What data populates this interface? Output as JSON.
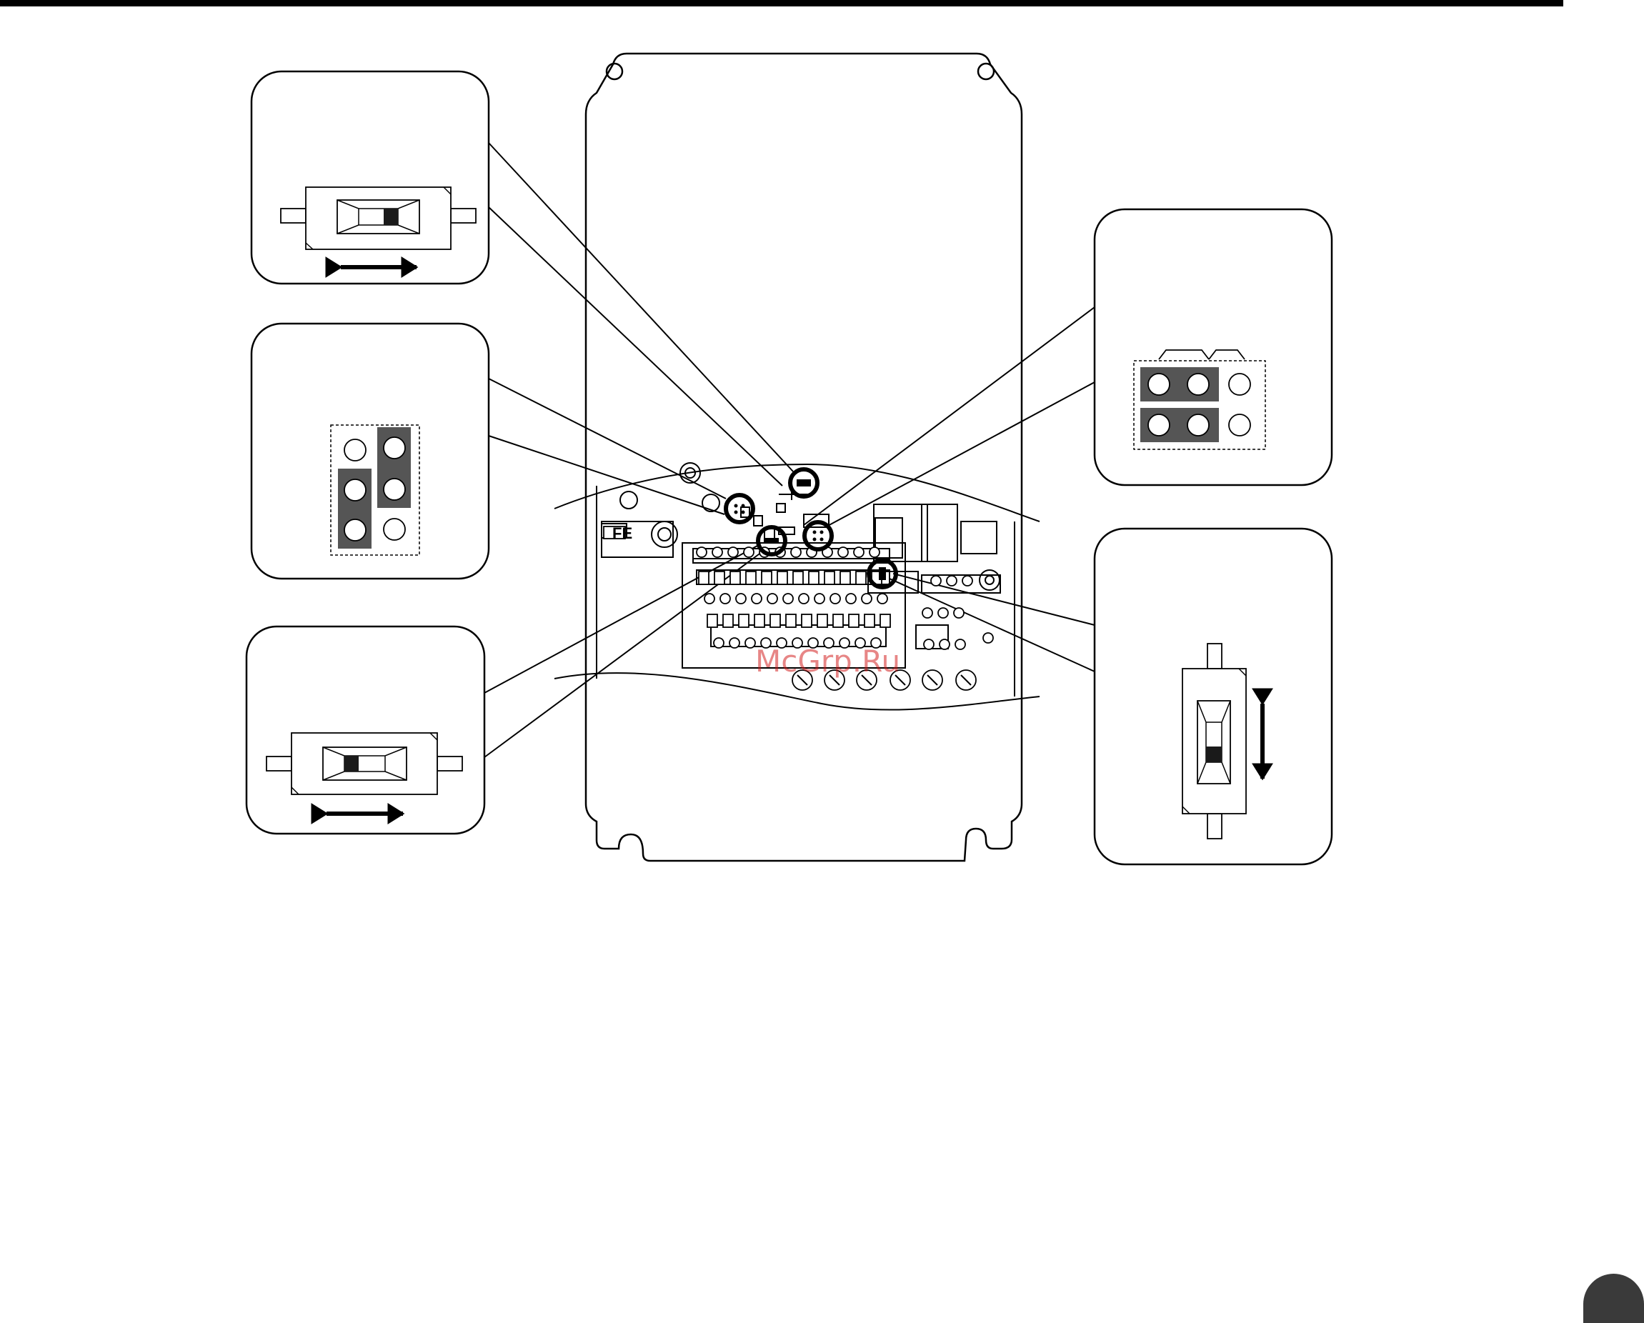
{
  "board": {
    "fe_label": "FE"
  },
  "watermark": "McGrp.Ru",
  "callouts": [
    {
      "id": "top-left",
      "kind": "slide-switch-horizontal",
      "knob_position": "right"
    },
    {
      "id": "middle-left",
      "kind": "jumper-header-vertical"
    },
    {
      "id": "bottom-left",
      "kind": "slide-switch-horizontal",
      "knob_position": "left"
    },
    {
      "id": "top-right",
      "kind": "jumper-header-horizontal"
    },
    {
      "id": "bottom-right",
      "kind": "slide-switch-vertical",
      "knob_position": "bottom"
    }
  ],
  "colors": {
    "jumper_fill": "#555555",
    "knob": "#1a1a1a",
    "watermark": "#d01010",
    "page_tab": "#3a3a3a"
  },
  "icons": {
    "arrow": "double-headed-arrow-icon",
    "pin": "jumper-pin-icon"
  }
}
